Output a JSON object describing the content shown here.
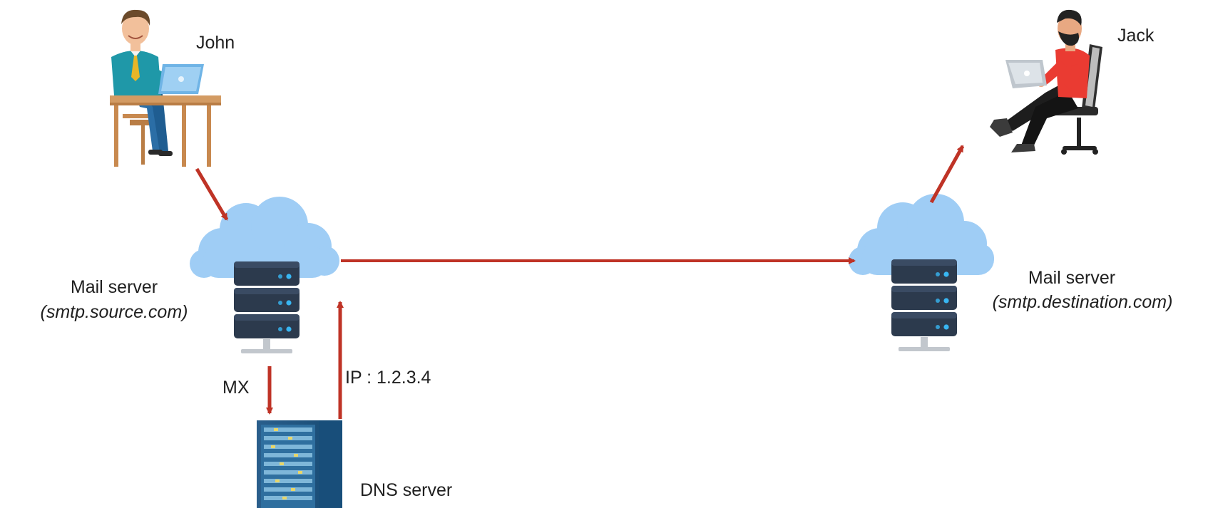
{
  "people": {
    "sender": {
      "name": "John"
    },
    "recipient": {
      "name": "Jack"
    }
  },
  "servers": {
    "source": {
      "title": "Mail server",
      "host": "(smtp.source.com)"
    },
    "destination": {
      "title": "Mail server",
      "host": "(smtp.destination.com)"
    },
    "dns": {
      "title": "DNS server"
    }
  },
  "flows": {
    "mx_query": {
      "label": "MX"
    },
    "ip_reply": {
      "label": "IP : 1.2.3.4"
    }
  },
  "colors": {
    "arrow": "#bf3326",
    "cloud": "#9fcdf5",
    "server_dark": "#2c3a4d",
    "server_light": "#3a4b63",
    "led": "#38b6f2",
    "shirt_john": "#1f98a8",
    "shirt_jack": "#ea3b32",
    "desk": "#d39b63",
    "dns_rack": "#1f5a86"
  }
}
